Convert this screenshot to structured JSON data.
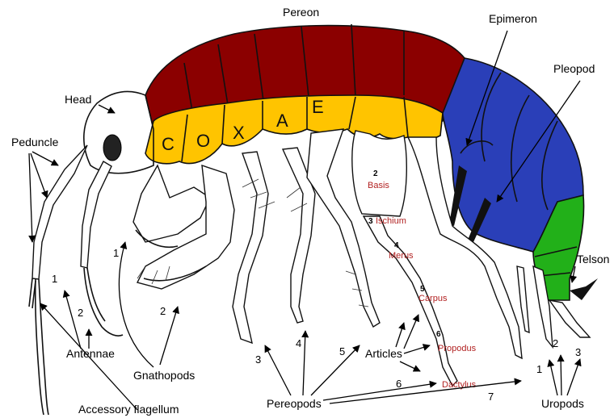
{
  "colors": {
    "pereon": "#8b0000",
    "coxae": "#ffc400",
    "pleon": "#2a3fb8",
    "urosome": "#22b019",
    "article_text": "#b22222"
  },
  "labels": {
    "pereon": "Pereon",
    "epimeron": "Epimeron",
    "pleopod": "Pleopod",
    "head": "Head",
    "peduncle": "Peduncle",
    "telson": "Telson",
    "antennae": "Antennae",
    "gnathopods": "Gnathopods",
    "accessory_flagellum": "Accessory flagellum",
    "pereopods": "Pereopods",
    "articles": "Articles",
    "uropods": "Uropods"
  },
  "coxae_letters": [
    "C",
    "O",
    "X",
    "A",
    "E"
  ],
  "articles": [
    {
      "num": "2",
      "name": "Basis"
    },
    {
      "num": "3",
      "name": "Ischium"
    },
    {
      "num": "4",
      "name": "Merus"
    },
    {
      "num": "5",
      "name": "Carpus"
    },
    {
      "num": "6",
      "name": "Propodus"
    },
    {
      "num": "",
      "name": "Dactylus"
    }
  ],
  "numbers": {
    "antenna1": "1",
    "antenna2": "2",
    "gnathopod1": "1",
    "gnathopod2": "2",
    "pereopod3": "3",
    "pereopod4": "4",
    "pereopod5": "5",
    "pereopod6": "6",
    "pereopod7": "7",
    "uropod1": "1",
    "uropod2": "2",
    "uropod3": "3"
  }
}
